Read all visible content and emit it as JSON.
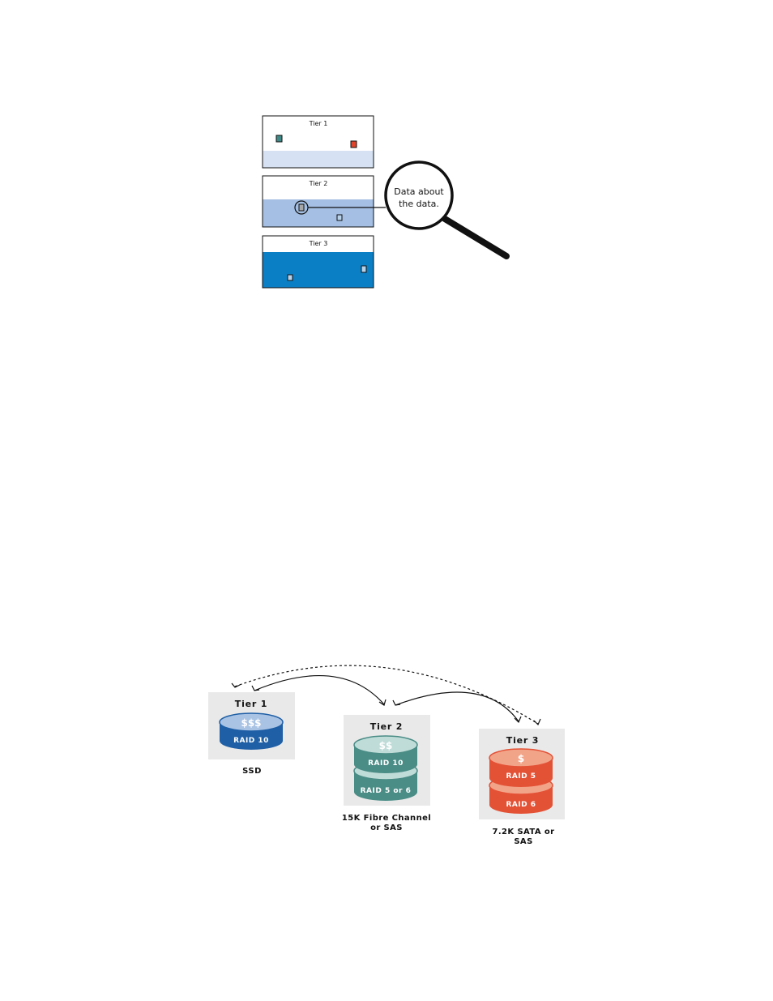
{
  "figure1": {
    "panels": [
      {
        "label": "Tier 1"
      },
      {
        "label": "Tier 2"
      },
      {
        "label": "Tier 3"
      }
    ],
    "magnifier_text": [
      "Data about",
      "the data."
    ],
    "colors": {
      "tier1_band": "#d6e2f3",
      "tier2_band": "#a4bfe3",
      "tier3_band": "#0a7fc5",
      "block_teal": "#3f8a88",
      "block_red": "#e0452c",
      "block_light": "#b8d2ea",
      "block_grey": "#a7a7a7"
    }
  },
  "figure2": {
    "tiers": [
      {
        "label": "Tier 1",
        "disks": [
          {
            "cost": "$$$",
            "raid": "RAID 10"
          }
        ],
        "caption": [
          "SSD"
        ],
        "colors": {
          "top": "#a9c3e4",
          "body": "#1f5fa6"
        }
      },
      {
        "label": "Tier 2",
        "disks": [
          {
            "cost": "$$",
            "raid": "RAID 10"
          },
          {
            "cost": "",
            "raid": "RAID 5 or 6"
          }
        ],
        "caption": [
          "15K Fibre Channel",
          "or SAS"
        ],
        "colors": {
          "top": "#bfdcd8",
          "body": "#4a8c86"
        }
      },
      {
        "label": "Tier 3",
        "disks": [
          {
            "cost": "$",
            "raid": "RAID 5"
          },
          {
            "cost": "",
            "raid": "RAID 6"
          }
        ],
        "caption": [
          "7.2K SATA or",
          "SAS"
        ],
        "colors": {
          "top": "#f2a489",
          "body": "#e45236"
        }
      }
    ]
  }
}
